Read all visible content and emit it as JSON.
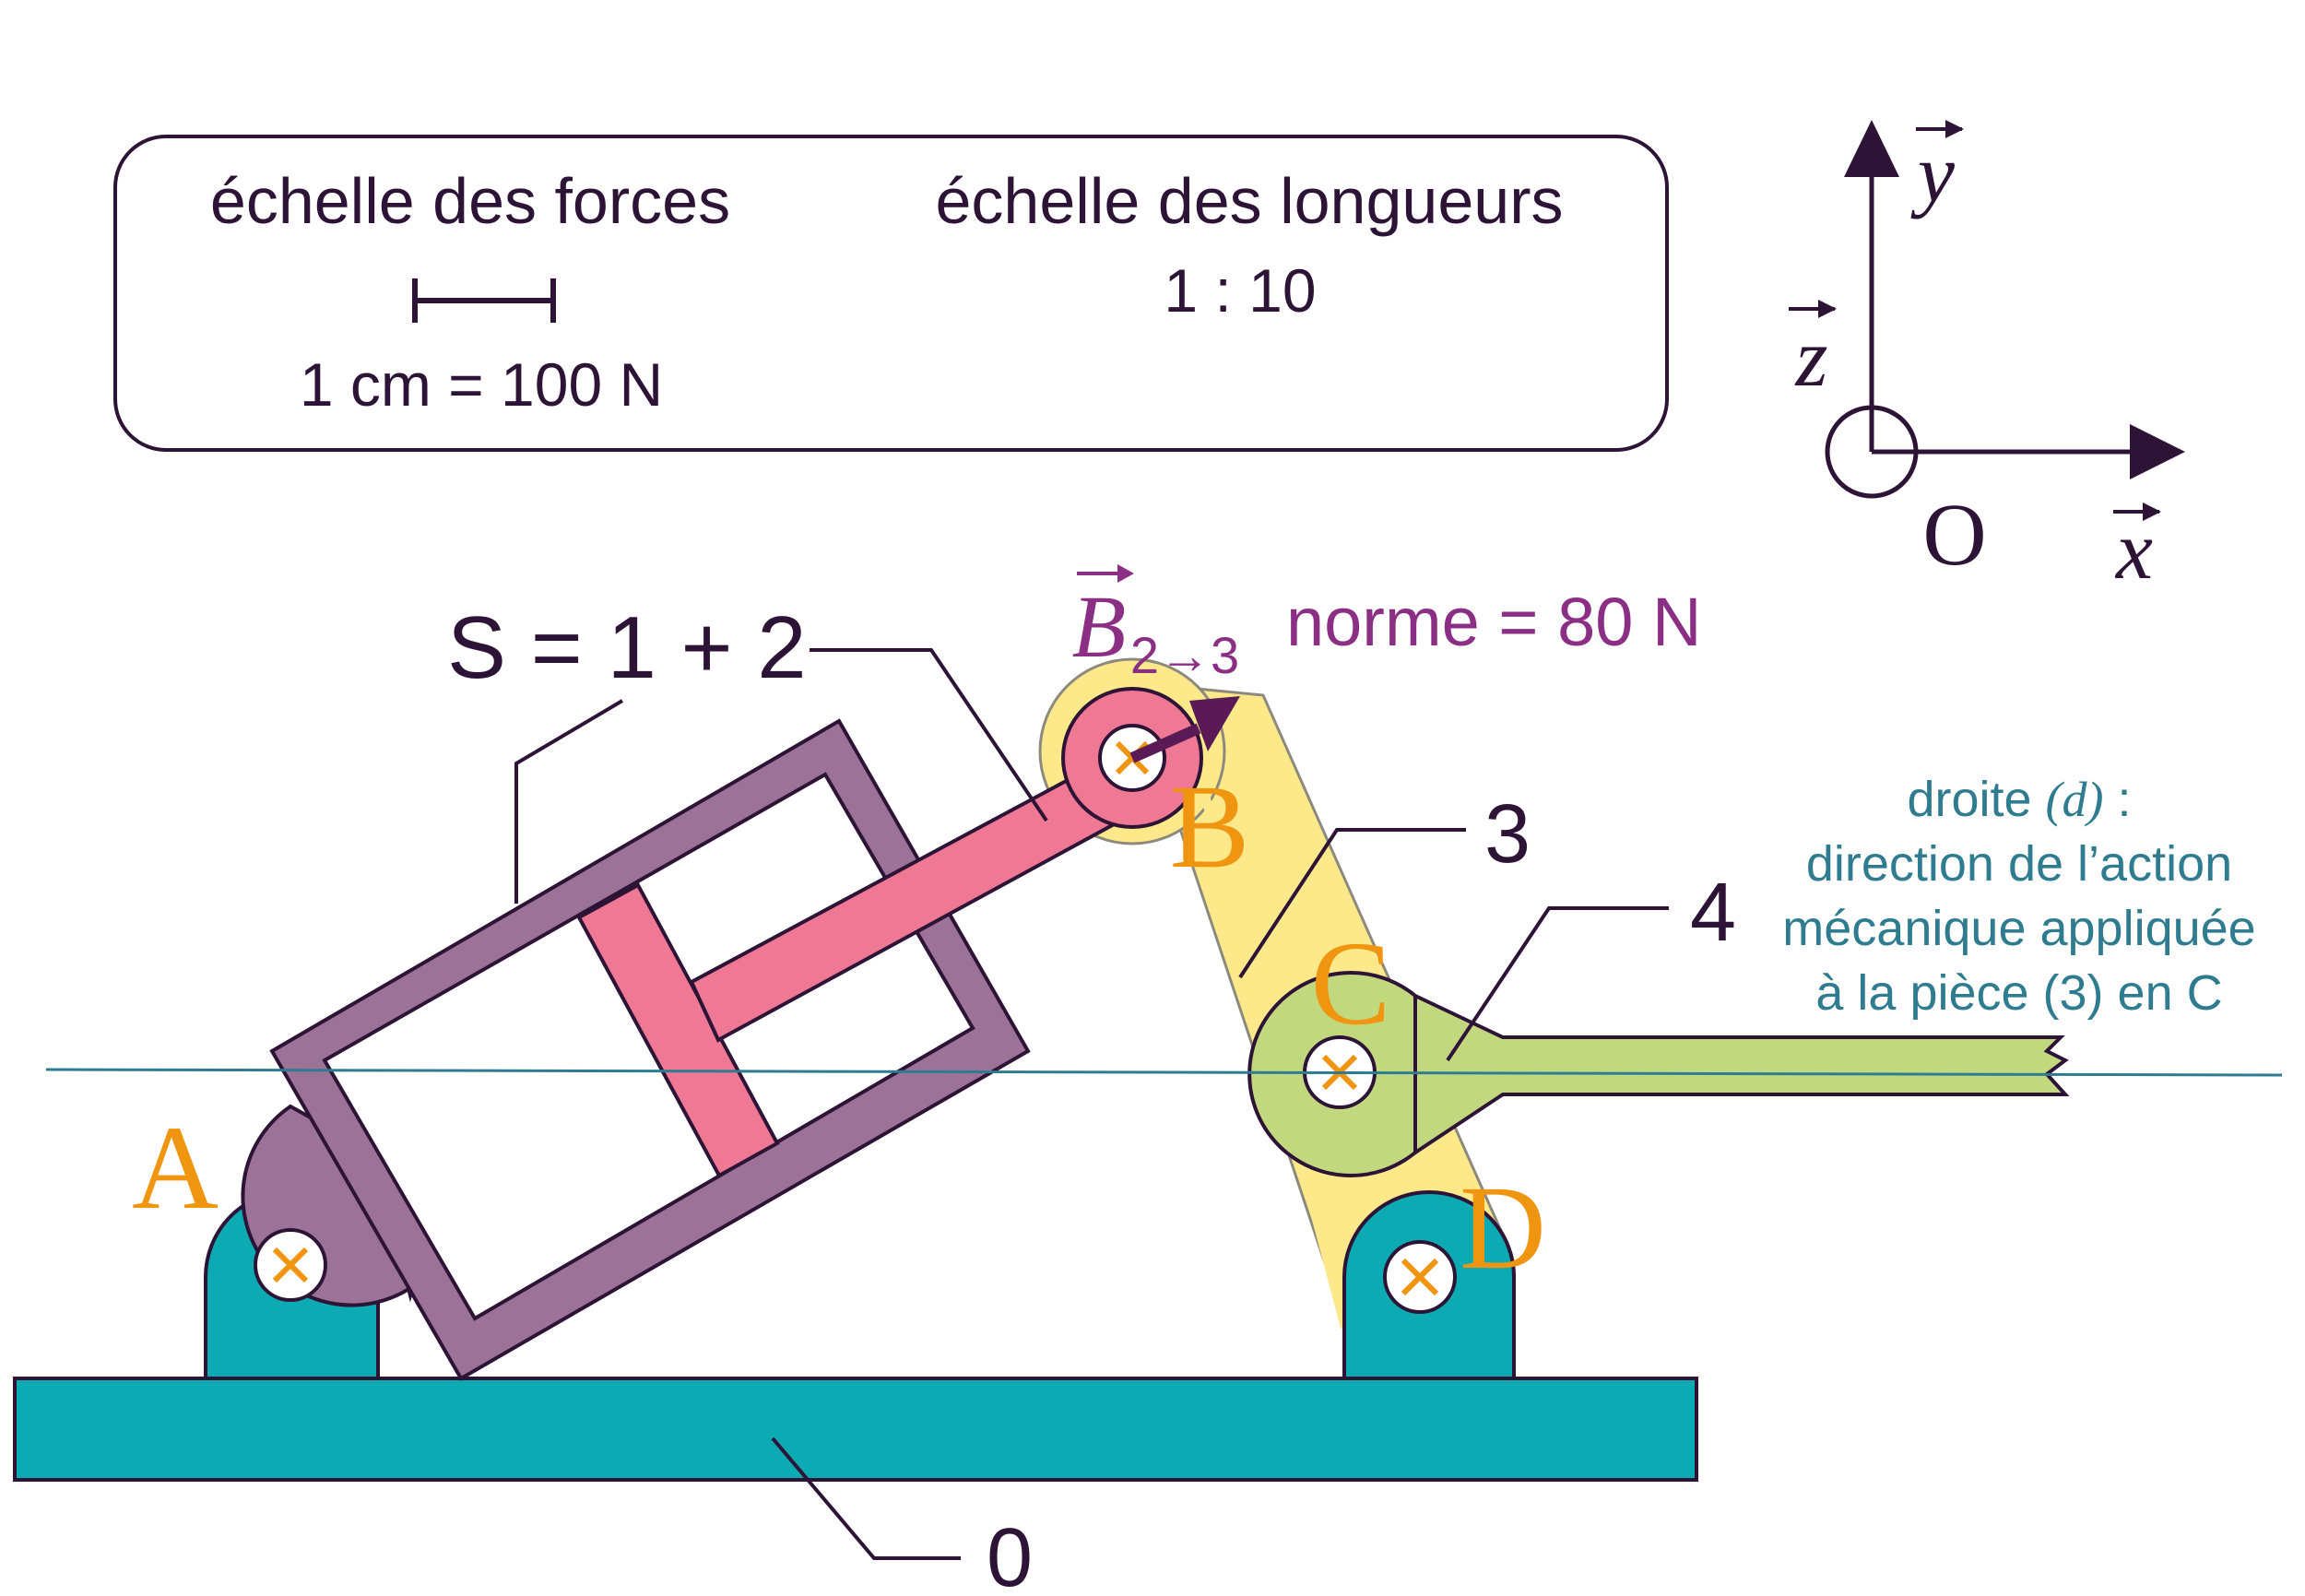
{
  "legend": {
    "force_scale_title": "échelle des forces",
    "force_scale_value": "1 cm = 100 N",
    "length_scale_title": "échelle des longueurs",
    "length_scale_value": "1 : 10"
  },
  "axes": {
    "x": "x",
    "y": "y",
    "z": "z",
    "origin": "O"
  },
  "parts": {
    "s_label": "S = 1 + 2",
    "part3": "3",
    "part4": "4",
    "part0": "0"
  },
  "points": {
    "a": "A",
    "b": "B",
    "c": "C",
    "d": "D"
  },
  "force": {
    "symbol": "B",
    "subscript": "2→3",
    "norm": "norme = 80 N"
  },
  "line_d": {
    "prefix": "droite ",
    "symbol": "(d)",
    "suffix": " :",
    "line2": "direction de l’action",
    "line3": "mécanique appliquée",
    "line4": "à la pièce (3) en C"
  },
  "colors": {
    "dark": "#2d1436",
    "frame": "#9c7396",
    "rod": "#ef7894",
    "link3": "#fde98a",
    "lever4": "#c2d87e",
    "base": "#0cabb3",
    "points": "#f0950f",
    "force": "#8b2f85",
    "line_d": "#2f7b8f"
  }
}
